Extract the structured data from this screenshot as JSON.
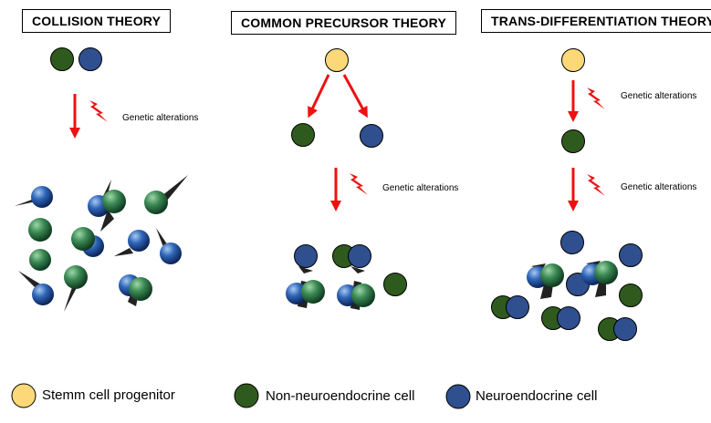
{
  "titles": {
    "collision": "COLLISION THEORY",
    "common_precursor": "COMMON PRECURSOR THEORY",
    "trans_differentiation": "TRANS-DIFFERENTIATION THEORY"
  },
  "annotations": {
    "collision_step": "Genetic alterations",
    "precursor_step": "Genetic alterations",
    "trans_step_1": "Genetic alterations",
    "trans_step_2": "Genetic alterations"
  },
  "legend": {
    "stem": "Stemm cell progenitor",
    "non_neuroendocrine": "Non-neuroendocrine cell",
    "neuroendocrine": "Neuroendocrine cell"
  },
  "colors": {
    "stem": "#fdd878",
    "non_neuroendocrine": "#2f5a1e",
    "neuroendocrine": "#2f4f8f",
    "arrow": "#ee1111",
    "lightning": "#ee1111"
  }
}
